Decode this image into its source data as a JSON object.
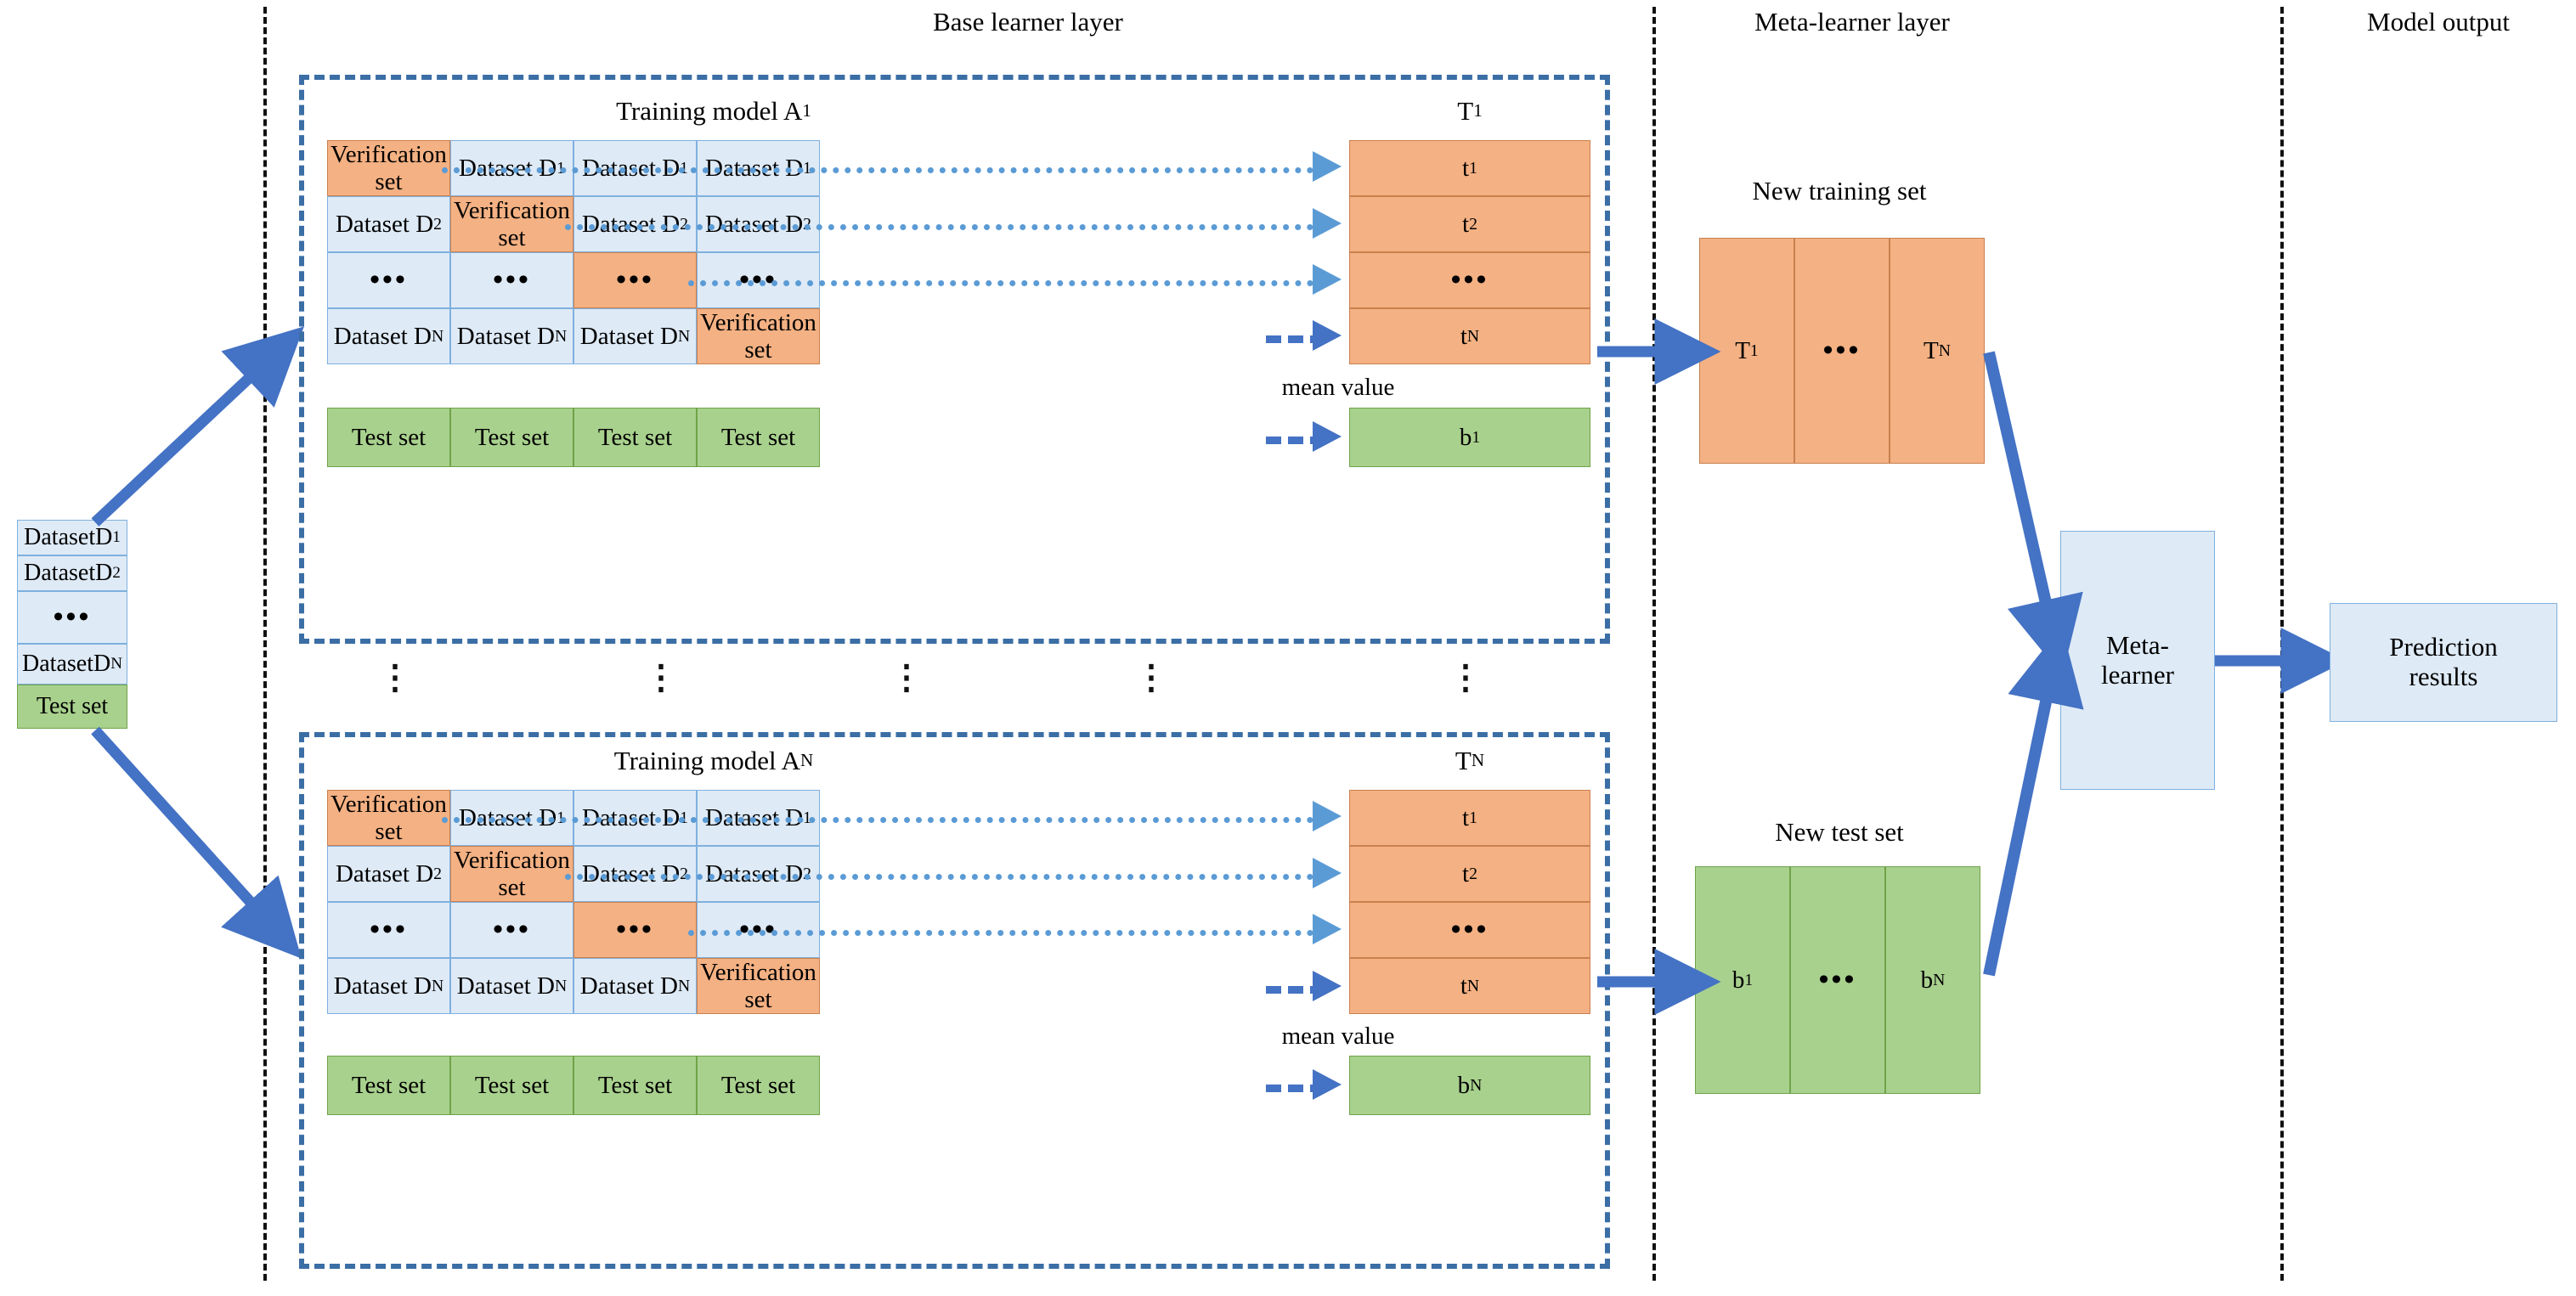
{
  "headers": {
    "base": "Base learner layer",
    "meta": "Meta-learner layer",
    "output": "Model output"
  },
  "input_box": {
    "name": "input-dataset-stack",
    "rows": [
      {
        "label": "DatasetD",
        "sub": "1",
        "color": "#DEEAF6"
      },
      {
        "label": "DatasetD",
        "sub": "2",
        "color": "#DEEAF6"
      },
      {
        "label": "•••",
        "sub": "",
        "color": "#DEEAF6"
      },
      {
        "label": "DatasetD",
        "sub": "N",
        "color": "#DEEAF6"
      },
      {
        "label": "Test set",
        "sub": "",
        "color": "#A9D18E"
      }
    ]
  },
  "models": [
    {
      "title": "Training model A",
      "title_sub": "1",
      "t_header": "T",
      "t_header_sub": "1",
      "mean_value_label": "mean value",
      "grid": [
        [
          {
            "text": "Verification set",
            "fill": "orange"
          },
          {
            "text": "Dataset D",
            "sub": "1",
            "fill": "blue"
          },
          {
            "text": "Dataset D",
            "sub": "1",
            "fill": "blue"
          },
          {
            "text": "Dataset D",
            "sub": "1",
            "fill": "blue"
          }
        ],
        [
          {
            "text": "Dataset D",
            "sub": "2",
            "fill": "blue"
          },
          {
            "text": "Verification set",
            "fill": "orange"
          },
          {
            "text": "Dataset D",
            "sub": "2",
            "fill": "blue"
          },
          {
            "text": "Dataset D",
            "sub": "2",
            "fill": "blue"
          }
        ],
        [
          {
            "text": "•••",
            "fill": "blue"
          },
          {
            "text": "•••",
            "fill": "blue"
          },
          {
            "text": "•••",
            "fill": "orange"
          },
          {
            "text": "•••",
            "fill": "blue"
          }
        ],
        [
          {
            "text": "Dataset D",
            "sub": "N",
            "fill": "blue"
          },
          {
            "text": "Dataset D",
            "sub": "N",
            "fill": "blue"
          },
          {
            "text": "Dataset D",
            "sub": "N",
            "fill": "blue"
          },
          {
            "text": "Verification set",
            "fill": "orange"
          }
        ]
      ],
      "t_column": [
        {
          "text": "t",
          "sub": "1"
        },
        {
          "text": "t",
          "sub": "2"
        },
        {
          "text": "•••",
          "sub": ""
        },
        {
          "text": "t",
          "sub": "N"
        }
      ],
      "test_row": [
        "Test set",
        "Test set",
        "Test set",
        "Test set"
      ],
      "test_out": {
        "text": "b",
        "sub": "1"
      }
    },
    {
      "title": "Training model A",
      "title_sub": "N",
      "t_header": "T",
      "t_header_sub": "N",
      "mean_value_label": "mean value",
      "grid": [
        [
          {
            "text": "Verification set",
            "fill": "orange"
          },
          {
            "text": "Dataset D",
            "sub": "1",
            "fill": "blue"
          },
          {
            "text": "Dataset D",
            "sub": "1",
            "fill": "blue"
          },
          {
            "text": "Dataset D",
            "sub": "1",
            "fill": "blue"
          }
        ],
        [
          {
            "text": "Dataset D",
            "sub": "2",
            "fill": "blue"
          },
          {
            "text": "Verification set",
            "fill": "orange"
          },
          {
            "text": "Dataset D",
            "sub": "2",
            "fill": "blue"
          },
          {
            "text": "Dataset D",
            "sub": "2",
            "fill": "blue"
          }
        ],
        [
          {
            "text": "•••",
            "fill": "blue"
          },
          {
            "text": "•••",
            "fill": "blue"
          },
          {
            "text": "•••",
            "fill": "orange"
          },
          {
            "text": "•••",
            "fill": "blue"
          }
        ],
        [
          {
            "text": "Dataset D",
            "sub": "N",
            "fill": "blue"
          },
          {
            "text": "Dataset D",
            "sub": "N",
            "fill": "blue"
          },
          {
            "text": "Dataset D",
            "sub": "N",
            "fill": "blue"
          },
          {
            "text": "Verification set",
            "fill": "orange"
          }
        ]
      ],
      "t_column": [
        {
          "text": "t",
          "sub": "1"
        },
        {
          "text": "t",
          "sub": "2"
        },
        {
          "text": "•••",
          "sub": ""
        },
        {
          "text": "t",
          "sub": "N"
        }
      ],
      "test_row": [
        "Test set",
        "Test set",
        "Test set",
        "Test set"
      ],
      "test_out": {
        "text": "b",
        "sub": "N"
      }
    }
  ],
  "new_training_set": {
    "caption": "New training set",
    "cells": [
      {
        "text": "T",
        "sub": "1"
      },
      {
        "text": "•••",
        "sub": ""
      },
      {
        "text": "T",
        "sub": "N"
      }
    ]
  },
  "new_test_set": {
    "caption": "New test set",
    "cells": [
      {
        "text": "b",
        "sub": "1"
      },
      {
        "text": "•••",
        "sub": ""
      },
      {
        "text": "b",
        "sub": "N"
      }
    ]
  },
  "meta_learner": {
    "line1": "Meta-",
    "line2": "learner"
  },
  "prediction": {
    "line1": "Prediction",
    "line2": "results"
  },
  "colors": {
    "orange": "#F4B183",
    "light_blue": "#DEEAF6",
    "green": "#A9D18E",
    "arrow_blue": "#4472C4",
    "panel_dash": "#3b6ea5",
    "divider": "#111111"
  }
}
